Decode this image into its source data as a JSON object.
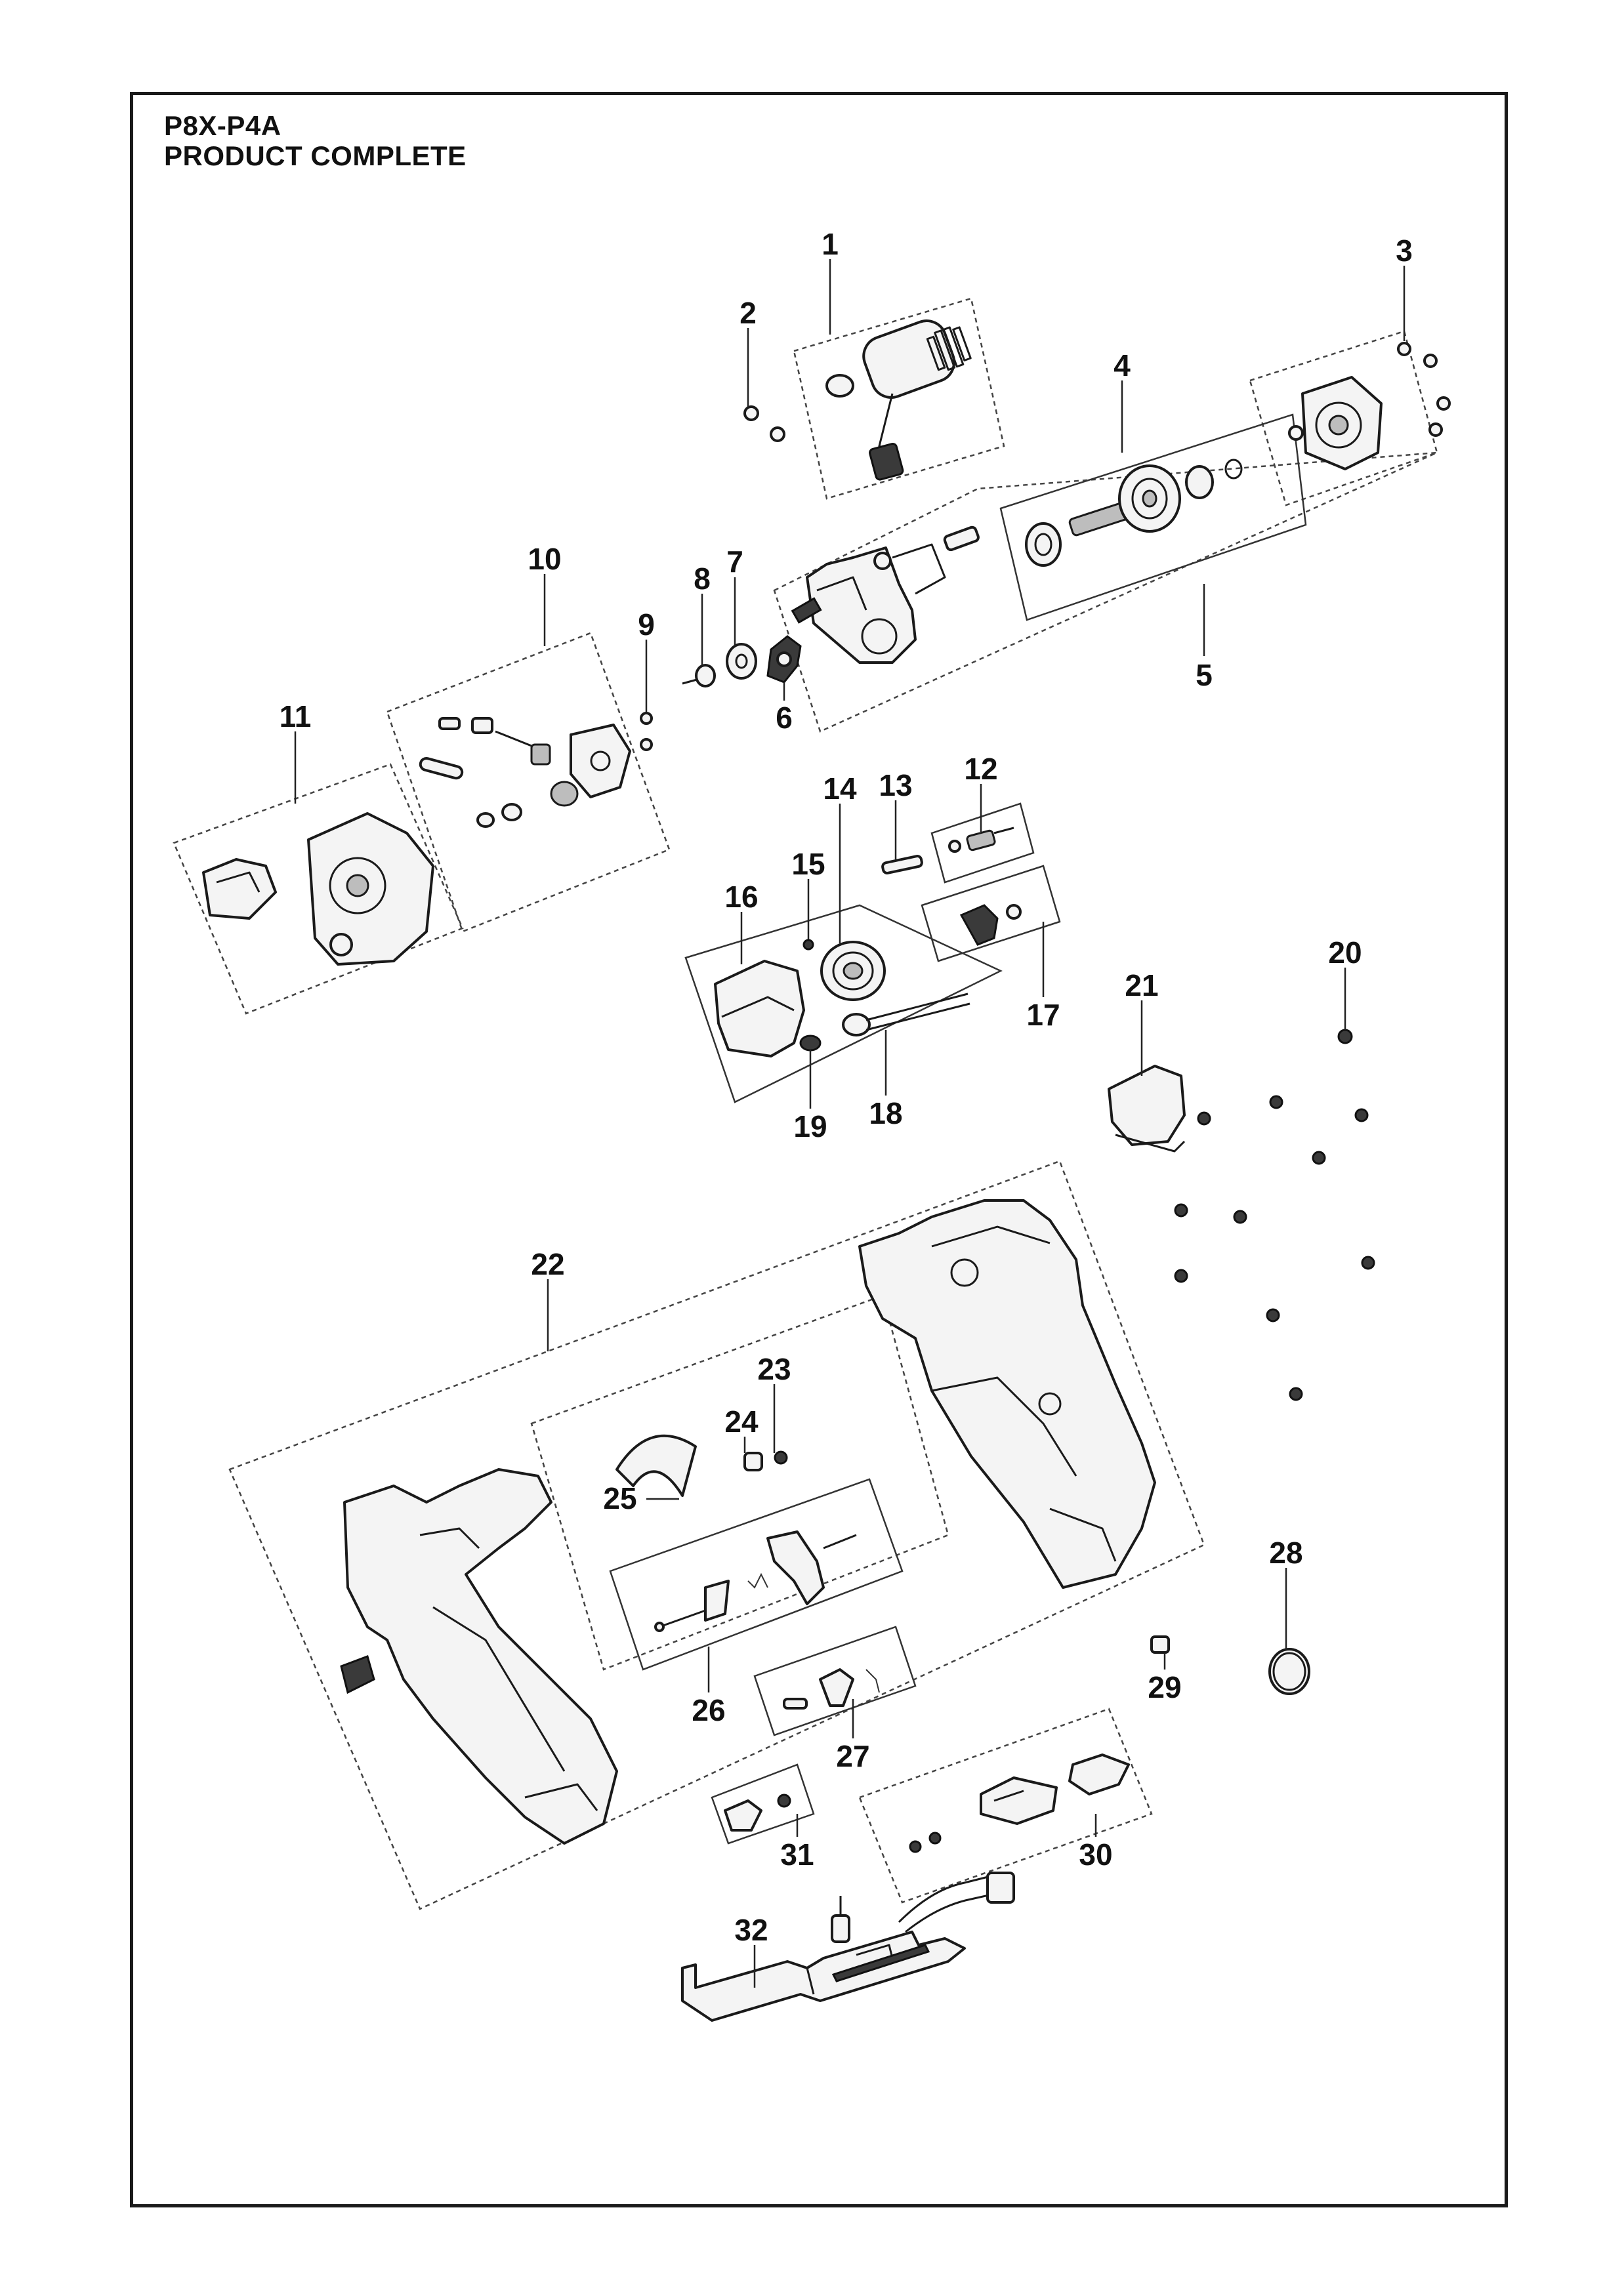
{
  "document": {
    "model": "P8X-P4A",
    "title": "PRODUCT COMPLETE"
  },
  "callouts": {
    "n1": "1",
    "n2": "2",
    "n3": "3",
    "n4": "4",
    "n5": "5",
    "n6": "6",
    "n7": "7",
    "n8": "8",
    "n9": "9",
    "n10": "10",
    "n11": "11",
    "n12": "12",
    "n13": "13",
    "n14": "14",
    "n15": "15",
    "n16": "16",
    "n17": "17",
    "n18": "18",
    "n19": "19",
    "n20": "20",
    "n21": "21",
    "n22": "22",
    "n23": "23",
    "n24": "24",
    "n25": "25",
    "n26": "26",
    "n27": "27",
    "n28": "28",
    "n29": "29",
    "n30": "30",
    "n31": "31",
    "n32": "32"
  }
}
